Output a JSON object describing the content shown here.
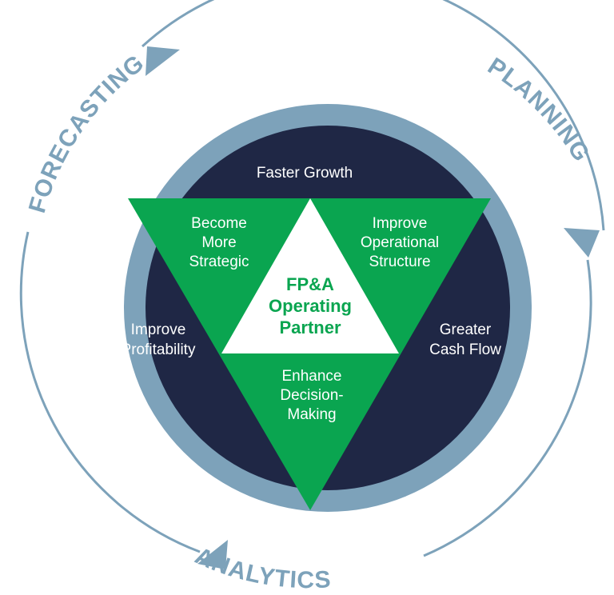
{
  "cycle": {
    "labels": {
      "forecasting": "FORECASTING",
      "planning": "PLANNING",
      "analytics": "ANALYTICS"
    }
  },
  "outcomes": {
    "top": "Faster Growth",
    "left": [
      "Improve",
      "Profitability"
    ],
    "right": [
      "Greater",
      "Cash Flow"
    ]
  },
  "triangle": {
    "top_left": [
      "Become",
      "More",
      "Strategic"
    ],
    "top_right": [
      "Improve",
      "Operational",
      "Structure"
    ],
    "bottom": [
      "Enhance",
      "Decision-",
      "Making"
    ],
    "center": [
      "FP&A",
      "Operating",
      "Partner"
    ]
  },
  "colors": {
    "ring": "#7da2ba",
    "navy": "#1f2745",
    "green": "#0aa550",
    "arrow": "#7da2ba",
    "white": "#ffffff"
  }
}
